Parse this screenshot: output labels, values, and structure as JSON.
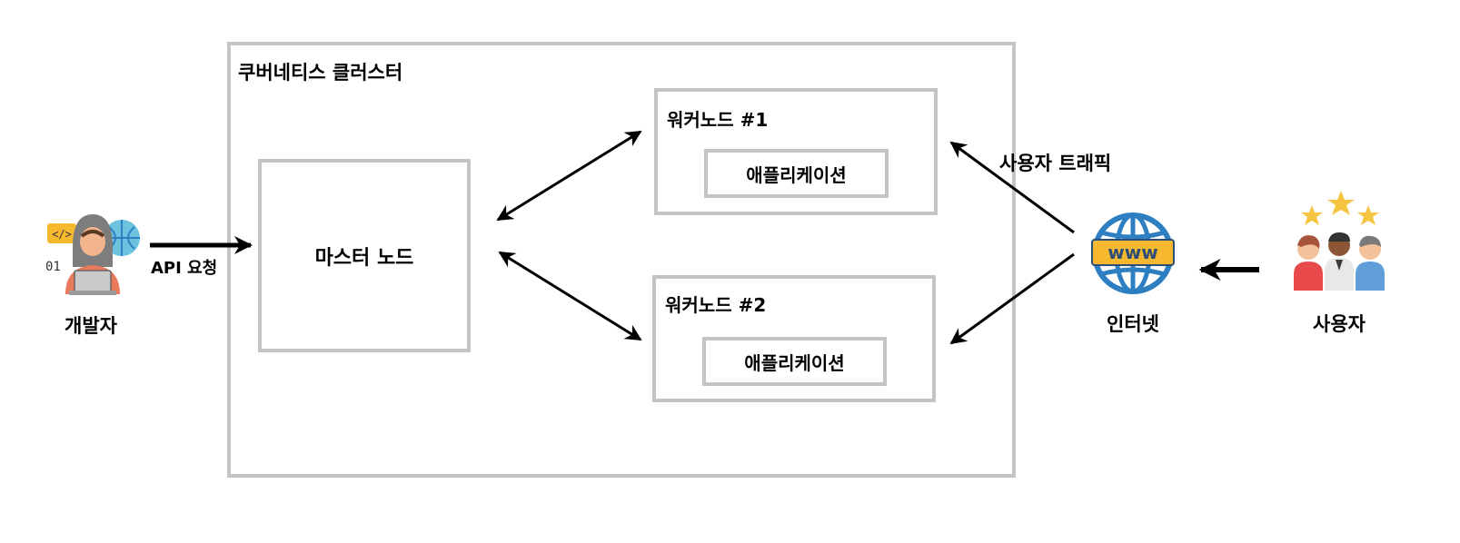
{
  "cluster": {
    "title": "쿠버네티스 클러스터"
  },
  "master": {
    "label": "마스터 노드"
  },
  "worker1": {
    "title": "워커노드 #1",
    "app": "애플리케이션"
  },
  "worker2": {
    "title": "워커노드 #2",
    "app": "애플리케이션"
  },
  "developer": {
    "label": "개발자",
    "icon": "developer-icon"
  },
  "api_request": {
    "label": "API 요청"
  },
  "internet": {
    "label": "인터넷",
    "icon": "www-globe-icon",
    "badge": "www"
  },
  "users": {
    "label": "사용자",
    "icon": "users-rating-icon"
  },
  "user_traffic": {
    "label": "사용자 트래픽"
  },
  "colors": {
    "box_border": "#c4c4c4",
    "arrow": "#000000",
    "globe": "#2d7fc1",
    "badge": "#f5b82e",
    "star": "#f5c542"
  }
}
